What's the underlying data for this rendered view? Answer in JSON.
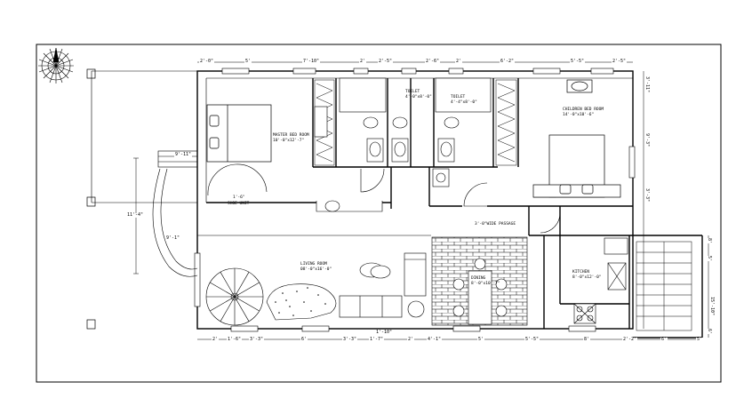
{
  "rooms": {
    "master_bed": {
      "name": "MASTER BED ROOM",
      "size": "10'-0\"x12'-7\""
    },
    "toilet_1": {
      "name": "TOILET",
      "size": "4'-0\"x8'-0\""
    },
    "toilet_2": {
      "name": "TOILET",
      "size": "4'-4\"x8'-0\""
    },
    "children_bed": {
      "name": "CHILDREN BED ROOM",
      "size": "14'-0\"x10'-6\""
    },
    "shoe_unit": {
      "name": "SHOE UNIT",
      "size": "1'-6\""
    },
    "passage": {
      "name": "3'-0\"WIDE PASSAGE"
    },
    "living": {
      "name": "LIVING ROOM",
      "size": "08'-0\"x16'-0\""
    },
    "dining": {
      "name": "DINING",
      "size": "8'-0\"x10'-7\""
    },
    "kitchen": {
      "name": "KITCHEN",
      "size": "8'-0\"x12'-0\""
    }
  },
  "dims_top": [
    "2'-0\"",
    "5'",
    "7'-10\"",
    "2'",
    "2'-5\"",
    "2'-6\"",
    "2'",
    "6'-2\"",
    "5'-5\"",
    "2'-5\""
  ],
  "dims_bottom": [
    "2'",
    "1'-6\"",
    "3'-3\"",
    "6'",
    "3'-3\"",
    "1'-7\"",
    "2'",
    "4'-1\"",
    "5'",
    "5'-5\"",
    "8'",
    "2'-2\"",
    "6'",
    "5'"
  ],
  "dims_right": [
    "3'-11\"",
    "9'-3\"",
    "3'-3\"",
    "8'",
    "15'-10\"",
    "5'",
    "6'"
  ],
  "dims_left": {
    "overall": "11'-4\"",
    "upper": "9'-11\"",
    "lower": "9'-1\""
  },
  "dim_small": "1'-10\""
}
